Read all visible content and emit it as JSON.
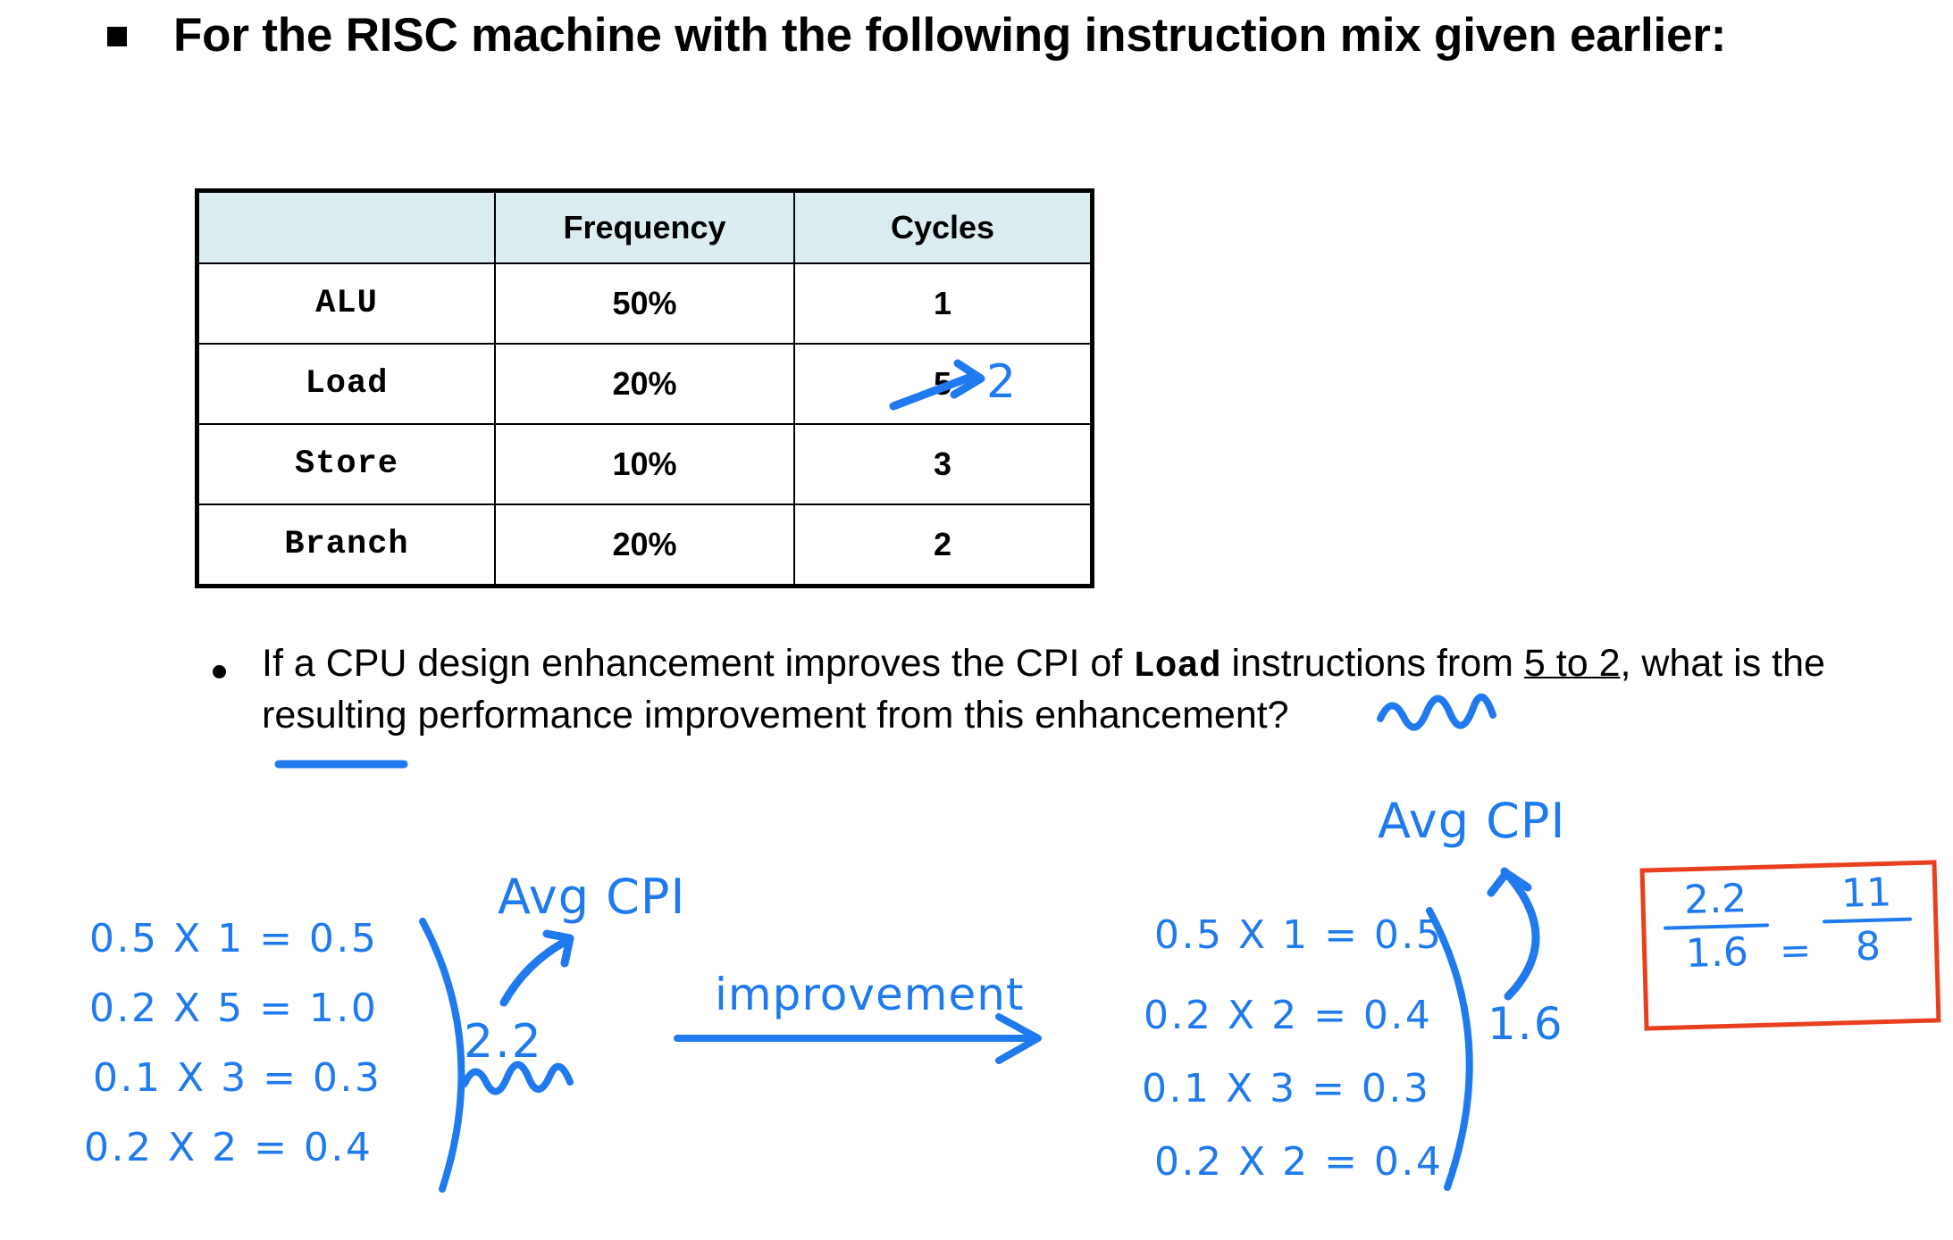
{
  "slide": {
    "title_bullet_glyph": "square-bullet",
    "title": "For the RISC machine with the following instruction mix given earlier:",
    "question_bullet_glyph": "round-bullet",
    "question_part1": "If a CPU design enhancement improves the CPI of ",
    "question_mono": "Load",
    "question_part2": " instructions from ",
    "question_underlined": "5 to 2",
    "question_part3": ", what is the resulting performance improvement from this enhancement?"
  },
  "table": {
    "headers": [
      "",
      "Frequency",
      "Cycles"
    ],
    "header_fill": "#dcedf2",
    "rows": [
      {
        "label": "ALU",
        "frequency": "50%",
        "cycles": "1"
      },
      {
        "label": "Load",
        "frequency": "20%",
        "cycles": "5"
      },
      {
        "label": "Store",
        "frequency": "10%",
        "cycles": "3"
      },
      {
        "label": "Branch",
        "frequency": "20%",
        "cycles": "2"
      }
    ]
  },
  "annotations": {
    "ink_color": "#1f7af0",
    "box_color": "#e8401f",
    "load_cycles_correction": "2",
    "left_calc": {
      "lines": [
        "0.5 X 1 = 0.5",
        "0.2 X 5 = 1.0",
        "0.1 X 3 = 0.3",
        "0.2 X 2 = 0.4"
      ],
      "result": "2.2",
      "result_label": "Avg CPI"
    },
    "middle": {
      "arrow_label": "improvement"
    },
    "right_calc": {
      "lines": [
        "0.5 X 1 = 0.5",
        "0.2 X 2 = 0.4",
        "0.1 X 3 = 0.3",
        "0.2 X 2 = 0.4"
      ],
      "result": "1.6",
      "result_label": "Avg CPI"
    },
    "boxed_ratio": {
      "numerator_left": "2.2",
      "denominator_left": "1.6",
      "equals": "=",
      "numerator_right": "11",
      "denominator_right": "8"
    }
  }
}
